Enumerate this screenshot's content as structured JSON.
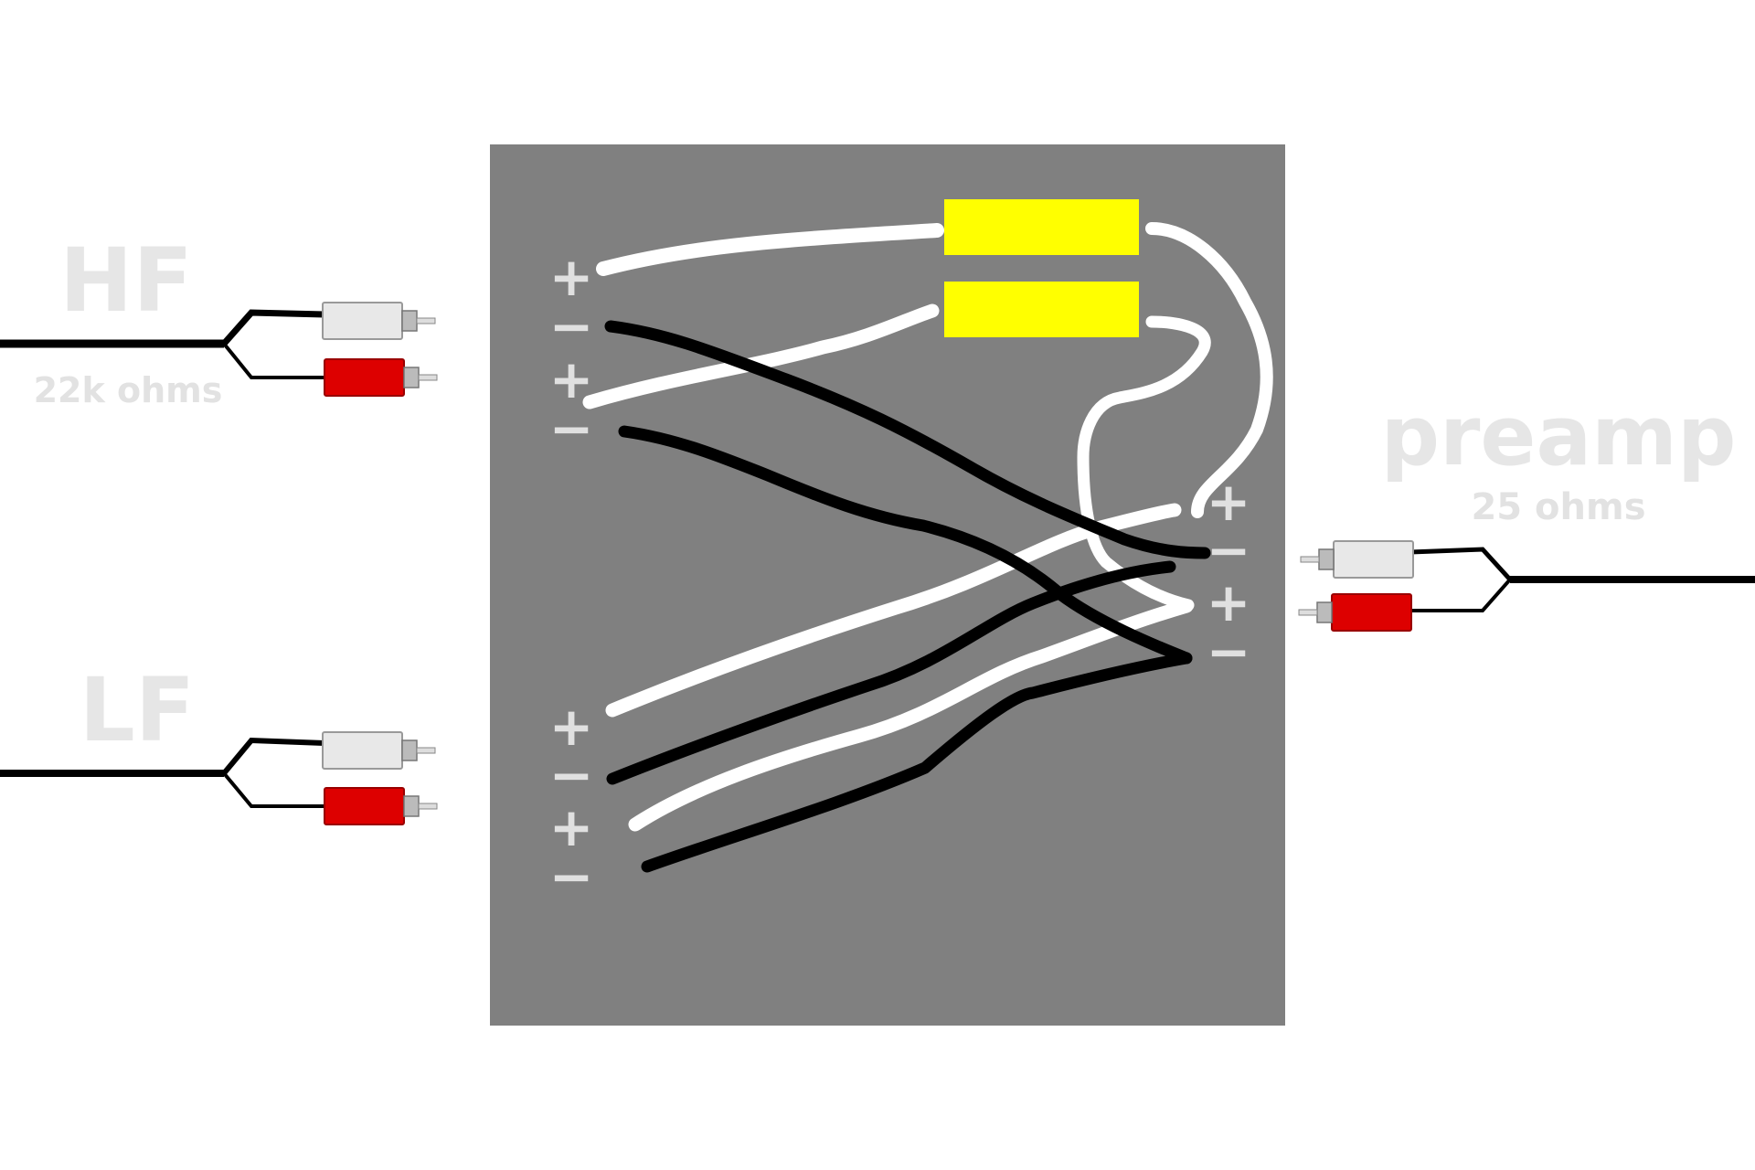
{
  "labels": {
    "hf_title": "HF",
    "hf_impedance": "22k ohms",
    "lf_title": "LF",
    "lf_impedance": "",
    "preamp_title": "preamp",
    "preamp_impedance": "25 ohms"
  },
  "terminals": {
    "left_top": [
      "+",
      "−",
      "+",
      "−"
    ],
    "left_bottom": [
      "+",
      "−",
      "+",
      "−"
    ],
    "right": [
      "+",
      "−",
      "+",
      "−"
    ]
  },
  "colors": {
    "box": "#808080",
    "component": "#ffff00",
    "wire_positive": "#ffffff",
    "wire_negative": "#000000",
    "rca_white": "#e8e8e8",
    "rca_red": "#dd0000",
    "label": "#e6e6e6"
  }
}
